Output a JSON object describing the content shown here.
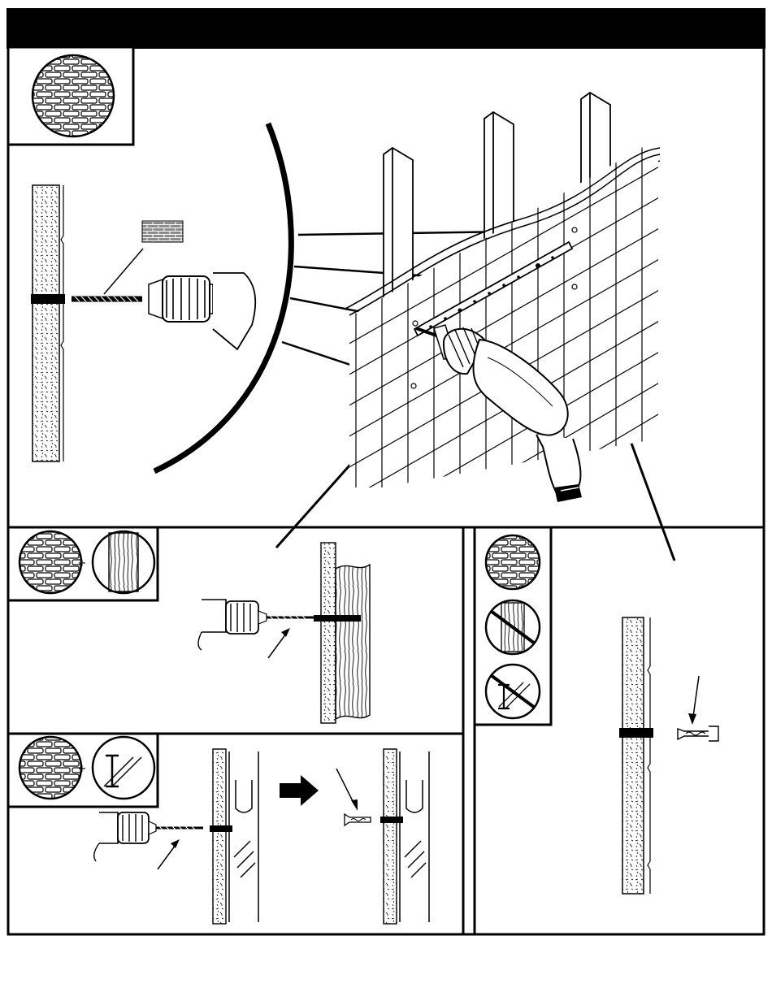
{
  "header": {
    "title": ""
  },
  "panels": {
    "main": {
      "label": "masonry-wall-drilling-overview",
      "materials": [
        "brick"
      ]
    },
    "brick_and_wood": {
      "label": "brick-plus-wood-stud",
      "materials": [
        "brick",
        "wood"
      ],
      "plus": "+"
    },
    "brick_and_steel": {
      "label": "brick-plus-steel-stud",
      "materials": [
        "brick",
        "steel"
      ],
      "plus": "+"
    },
    "brick_only": {
      "label": "brick-only-no-wood-no-steel",
      "materials": [
        "brick"
      ],
      "excluded": [
        "wood",
        "steel"
      ]
    }
  },
  "icons": {
    "brick": "brick-pattern-icon",
    "wood": "wood-grain-icon",
    "steel": "steel-i-beam-icon",
    "drill": "power-drill-icon",
    "anchor": "wall-anchor-icon",
    "next_step": "right-arrow-icon"
  },
  "colors": {
    "ink": "#000000",
    "paper": "#ffffff",
    "brick_swatch": "#9a9a9a"
  }
}
